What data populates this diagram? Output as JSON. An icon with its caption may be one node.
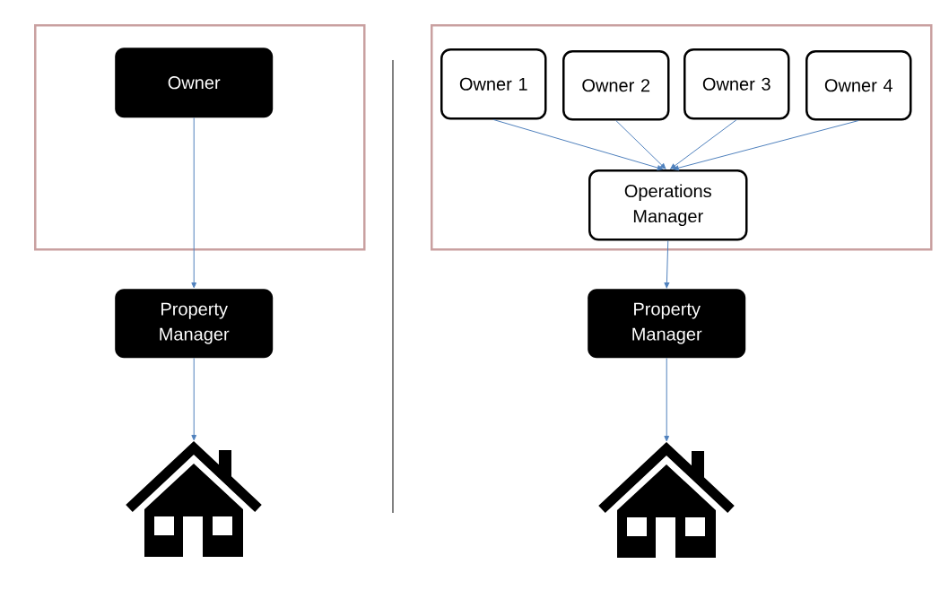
{
  "diagram": {
    "nodes": [
      {
        "text": [],
        "shape": "box"
      },
      {
        "text": [
          "Owner"
        ],
        "in": 0
      },
      {
        "text": [
          "Property Manager"
        ]
      },
      {
        "text": [],
        "shape": "picture"
      },
      {
        "text": [],
        "shape": "box"
      },
      {
        "text": [
          "Owner 1"
        ],
        "in": 4
      },
      {
        "text": [
          "Owner 2"
        ],
        "in": 4
      },
      {
        "text": [
          "Owner 3"
        ],
        "in": 4
      },
      {
        "text": [
          "Owner 4"
        ],
        "in": 4
      },
      {
        "text": [
          "Operations Manager"
        ],
        "in": 4
      },
      {
        "text": [
          "Property Manager"
        ]
      },
      {
        "text": [],
        "shape": "picture"
      }
    ],
    "edges": [
      {
        "from": 1,
        "to": 2,
        "arrow": "to"
      },
      {
        "from": 2,
        "to": 3,
        "arrow": "to"
      },
      {
        "from": 5,
        "to": 9,
        "arrow": "to"
      },
      {
        "from": 6,
        "to": 9,
        "arrow": "to"
      },
      {
        "from": 7,
        "to": 9,
        "arrow": "to"
      },
      {
        "from": 8,
        "to": 9,
        "arrow": "to"
      },
      {
        "from": 9,
        "to": 10,
        "arrow": "to"
      },
      {
        "from": 10,
        "to": 11,
        "arrow": "to"
      }
    ]
  }
}
